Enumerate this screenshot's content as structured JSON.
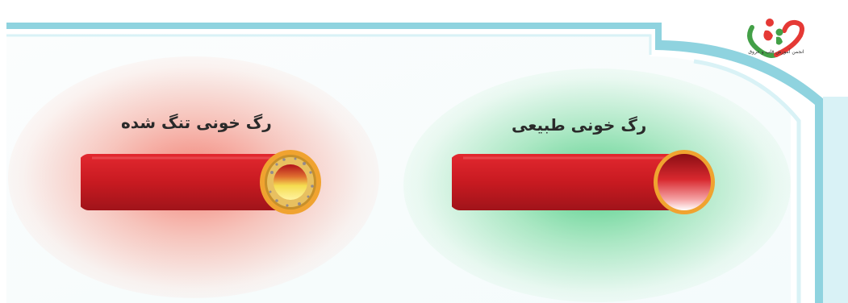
{
  "labels": {
    "narrowed_vessel": "رگ خونی تنگ شده",
    "normal_vessel": "رگ خونی طبیعی"
  },
  "logo": {
    "text": "انجمن آموزش قلب و عروق"
  },
  "colors": {
    "frame_teal": "#8fd3df",
    "frame_light": "#d9f2f6",
    "vessel_red": "#d71920",
    "vessel_rim": "#f0a330",
    "plaque_yellow": "#f5dc50",
    "glow_red": "#f26e5f",
    "glow_green": "#3cc878",
    "logo_red": "#e53935",
    "logo_green": "#43a047"
  }
}
